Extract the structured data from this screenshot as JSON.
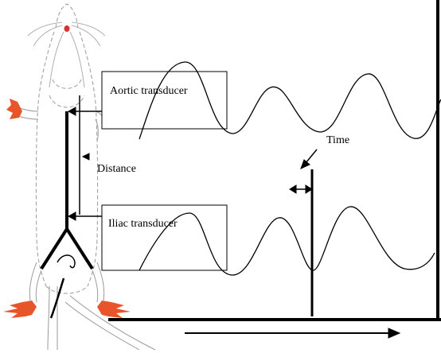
{
  "labels": {
    "aortic": "Aortic transducer",
    "iliac": "Iliac transducer",
    "distance": "Distance",
    "time": "Time"
  },
  "colors": {
    "paw": "#e8552a",
    "ink": "#000000",
    "outline": "#9a9a9a",
    "nose": "#d93030"
  }
}
